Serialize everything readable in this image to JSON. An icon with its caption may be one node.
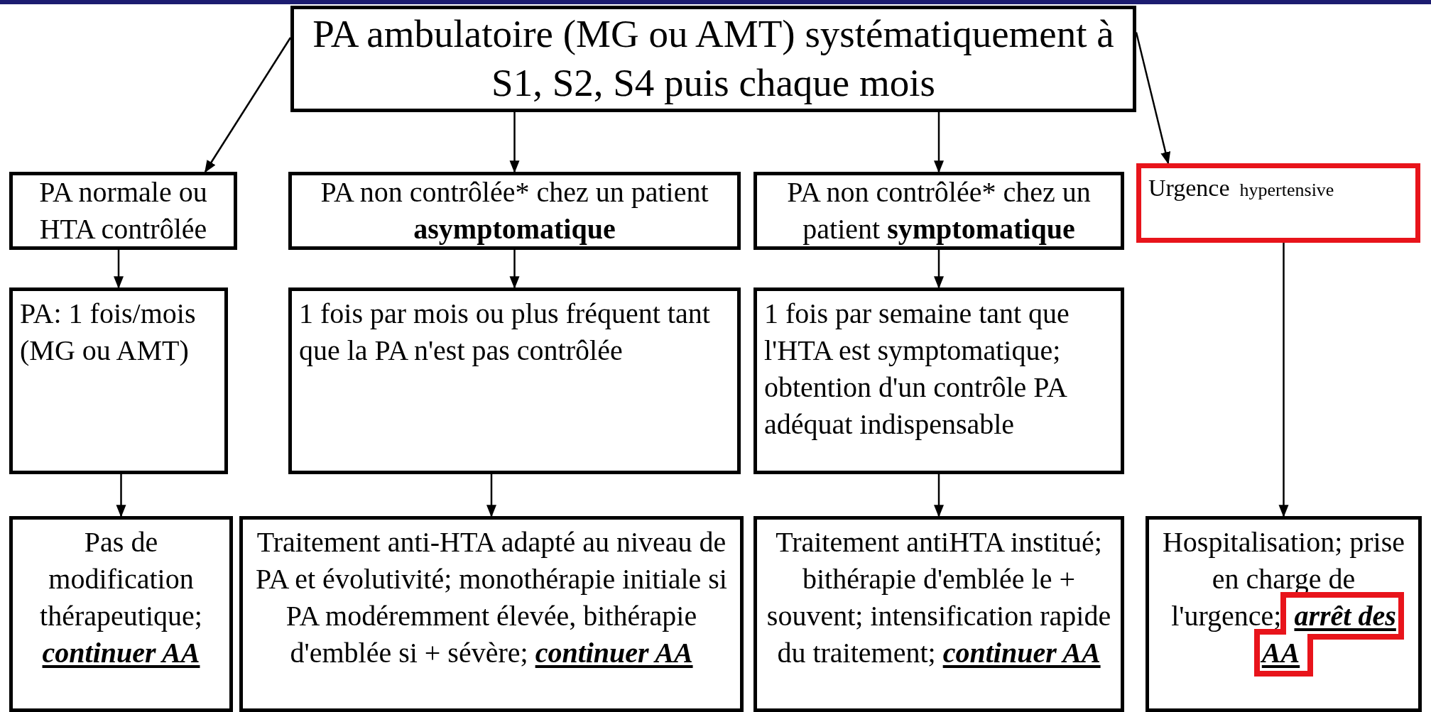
{
  "diagram": {
    "nodes": [
      {
        "text": [
          "PA ambulatoire (MG ou AMT) systématiquement à S1, S2, S4 puis chaque mois"
        ]
      },
      {
        "text": [
          "PA normale ou HTA contrôlée"
        ]
      },
      {
        "text": [
          "PA non contrôlée* chez un patient **asymptomatique**"
        ]
      },
      {
        "text": [
          "PA non contrôlée* chez un patient **symptomatique**"
        ]
      },
      {
        "text": [
          "Urgence",
          "hypertensive"
        ]
      },
      {
        "text": [
          "PA: 1 fois/mois (MG ou AMT)"
        ]
      },
      {
        "text": [
          "1 fois par mois ou plus fréquent tant que la PA n'est pas contrôlée"
        ]
      },
      {
        "text": [
          "1 fois par semaine tant que l'HTA est symptomatique; obtention d'un contrôle PA adéquat indispensable"
        ]
      },
      {
        "text": [
          "Pas de modification thérapeutique; *continuer AA*"
        ]
      },
      {
        "text": [
          "Traitement anti-HTA adapté au niveau de PA et évolutivité; monothérapie initiale si PA modéremment élevée, bithérapie d'emblée si + sévère; *continuer AA*"
        ]
      },
      {
        "text": [
          "Traitement antiHTA institué; bithérapie d'emblée le + souvent; intensification rapide du traitement; *continuer AA*"
        ]
      },
      {
        "text": [
          "Hospitalisation; prise en charge de l'urgence; *arrêt des AA*"
        ]
      }
    ],
    "edges": [
      {
        "from": 0,
        "to": 1,
        "arrow": "to"
      },
      {
        "from": 0,
        "to": 2,
        "arrow": "to"
      },
      {
        "from": 0,
        "to": 3,
        "arrow": "to"
      },
      {
        "from": 0,
        "to": 4,
        "arrow": "to"
      },
      {
        "from": 1,
        "to": 5,
        "arrow": "to"
      },
      {
        "from": 2,
        "to": 6,
        "arrow": "to"
      },
      {
        "from": 3,
        "to": 7,
        "arrow": "to"
      },
      {
        "from": 4,
        "to": 11,
        "arrow": "to"
      },
      {
        "from": 5,
        "to": 8,
        "arrow": "to"
      },
      {
        "from": 6,
        "to": 9,
        "arrow": "to"
      },
      {
        "from": 7,
        "to": 10,
        "arrow": "to"
      }
    ]
  }
}
